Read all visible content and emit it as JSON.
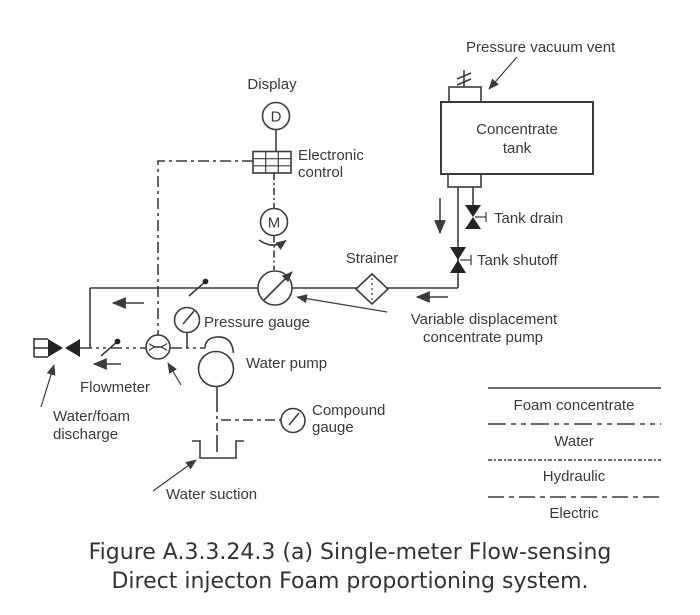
{
  "diagram": {
    "labels": {
      "display": "Display",
      "display_letter": "D",
      "electronic_control_line1": "Electronic",
      "electronic_control_line2": "control",
      "motor_letter": "M",
      "pressure_vacuum_vent": "Pressure vacuum vent",
      "concentrate_tank_line1": "Concentrate",
      "concentrate_tank_line2": "tank",
      "tank_drain": "Tank drain",
      "tank_shutoff": "Tank shutoff",
      "strainer": "Strainer",
      "vd_pump_line1": "Variable displacement",
      "vd_pump_line2": "concentrate pump",
      "pressure_gauge": "Pressure gauge",
      "water_pump": "Water pump",
      "flowmeter": "Flowmeter",
      "water_foam_line1": "Water/foam",
      "water_foam_line2": "discharge",
      "compound_line1": "Compound",
      "compound_line2": "gauge",
      "water_suction": "Water suction"
    },
    "legend": {
      "items": [
        {
          "label": "Foam concentrate",
          "style": "solid"
        },
        {
          "label": "Water",
          "style": "dash-dot-dot"
        },
        {
          "label": "Hydraulic",
          "style": "fine-dashed"
        },
        {
          "label": "Electric",
          "style": "dash-dot"
        }
      ]
    },
    "colors": {
      "line": "#3c3c3c",
      "text": "#3a3a3a",
      "valve_fill": "#242424",
      "background": "#ffffff"
    }
  },
  "caption": {
    "line1": "Figure A.3.3.24.3 (a) Single-meter Flow-sensing",
    "line2": "Direct injecton Foam proportioning system."
  }
}
